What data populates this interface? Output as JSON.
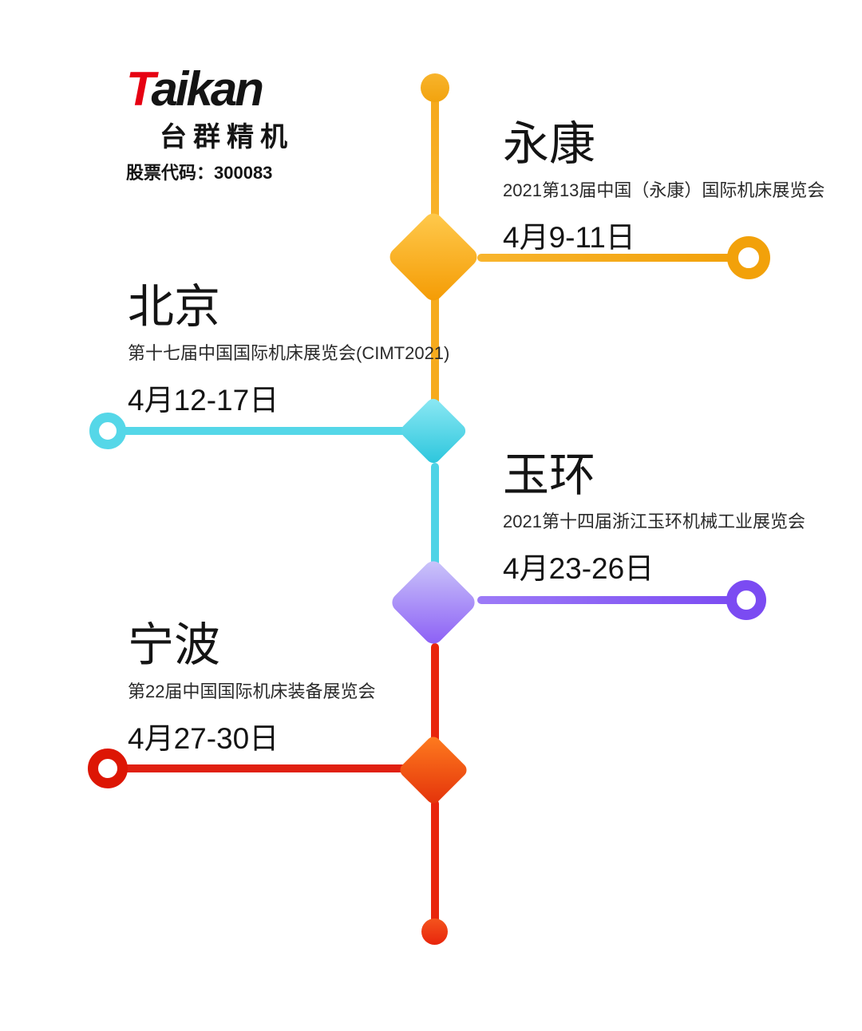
{
  "logo": {
    "brand_t": "T",
    "brand_rest": "aikan",
    "cn_name": "台群精机",
    "stock_code": "股票代码：300083"
  },
  "events": [
    {
      "city": "永康",
      "description": "2021第13届中国（永康）国际机床展览会",
      "date": "4月9-11日",
      "side": "right",
      "color": "#f2a10a"
    },
    {
      "city": "北京",
      "description": "第十七届中国国际机床展览会(CIMT2021)",
      "date": "4月12-17日",
      "side": "left",
      "color": "#55d7e8"
    },
    {
      "city": "玉环",
      "description": "2021第十四届浙江玉环机械工业展览会",
      "date": "4月23-26日",
      "side": "right",
      "color": "#7b4bf2"
    },
    {
      "city": "宁波",
      "description": "第22届中国国际机床装备展览会",
      "date": "4月27-30日",
      "side": "left",
      "color": "#e02010"
    }
  ],
  "colors": {
    "brand_red": "#e60012",
    "orange": "#f2a10a",
    "cyan": "#55d7e8",
    "purple": "#7b4bf2",
    "red": "#e02010"
  }
}
